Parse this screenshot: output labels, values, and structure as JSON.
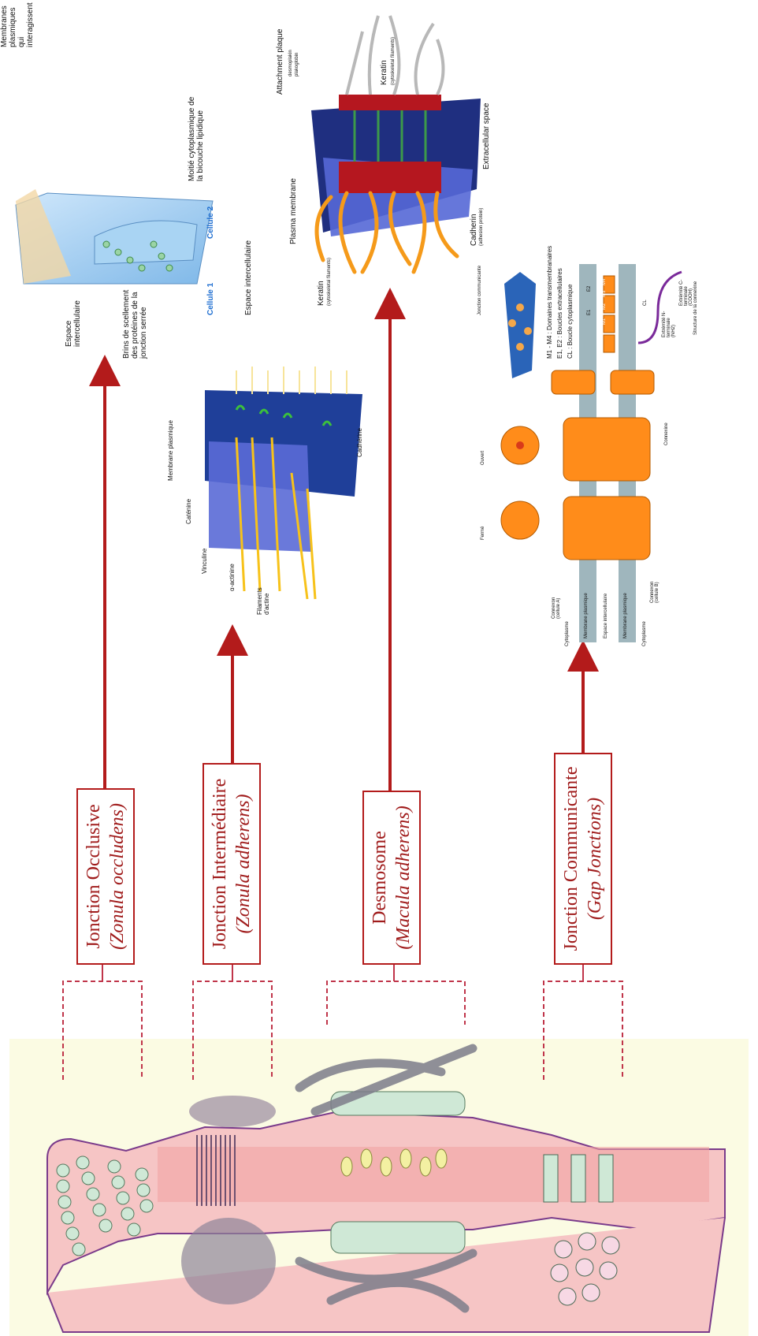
{
  "junctions": [
    {
      "name": "Jonction Occlusive",
      "latin": "(Zonula occludens)"
    },
    {
      "name": "Jonction Intermédiaire",
      "latin": "(Zonula adherens)"
    },
    {
      "name": "Desmosome",
      "latin": "(Macula adherens)"
    },
    {
      "name": "Jonction Communicante",
      "latin": "(Gap Jonctions)"
    }
  ],
  "occludens": {
    "membranes": "Membranes plasmiques qui interagissent",
    "espace": "Espace intercellulaire",
    "brins": "Brins de scellement des protéines de la jonction serrée",
    "cellule1": "Cellule 1",
    "cellule2": "Cellule 2",
    "moitie": "Moitié cytoplasmique de la bicouche lipidique",
    "espace2": "Espace intercellulaire"
  },
  "adherens": {
    "membrane": "Membrane plasmique",
    "catenine": "Caténine",
    "vinculine": "Vinculine",
    "actinine": "α-actinine",
    "filaments": "Filaments d'actine",
    "cadherine": "Cadhérine"
  },
  "desmosome": {
    "attachment": "Attachment plaque",
    "desmoplakin": "desmoplakin",
    "plakoglobin": "plakoglobin",
    "keratin_top": "Keratin",
    "keratin_top_sub": "(cytoskeletal filaments)",
    "plasma": "Plasma membrane",
    "keratin_bottom": "Keratin",
    "keratin_bottom_sub": "(cytoskeletal filaments)",
    "cadherin": "Cadherin",
    "cadherin_sub": "(adhesion protein)",
    "extracellular": "Extracellular space"
  },
  "gap": {
    "jonction": "Jonction communicante",
    "m": "M1 - M4 : Domaines transmembranaires",
    "e": "E1, E2 : Boucles extracellulaires",
    "cl": "CL : Boucle cytoplasmique",
    "ferme": "Fermé",
    "ouvert": "Ouvert",
    "connexine": "Connexine",
    "connexon_a": "Connexon (cellule A)",
    "connexon_b": "Connexon (cellule B)",
    "cytoplasme1": "Cytoplasme",
    "membrane1": "Membrane plasmique",
    "espace": "Espace intercellulaire",
    "membrane2": "Membrane plasmique",
    "cytoplasme2": "Cytoplasme",
    "n_term": "Extrémité N-terminale (NH2)",
    "c_term": "Extrémité C-terminale (COOH)",
    "structure": "Structure de la connexine",
    "m1": "M1",
    "m2": "M2",
    "m3": "M3",
    "m4": "M4",
    "e1": "E1",
    "e2": "E2",
    "cl_short": "CL"
  },
  "colors": {
    "arrow": "#b31b1b",
    "cell": "#f6c5c5",
    "band": "#fbfbe3",
    "connexin": "#ff8c1a"
  }
}
